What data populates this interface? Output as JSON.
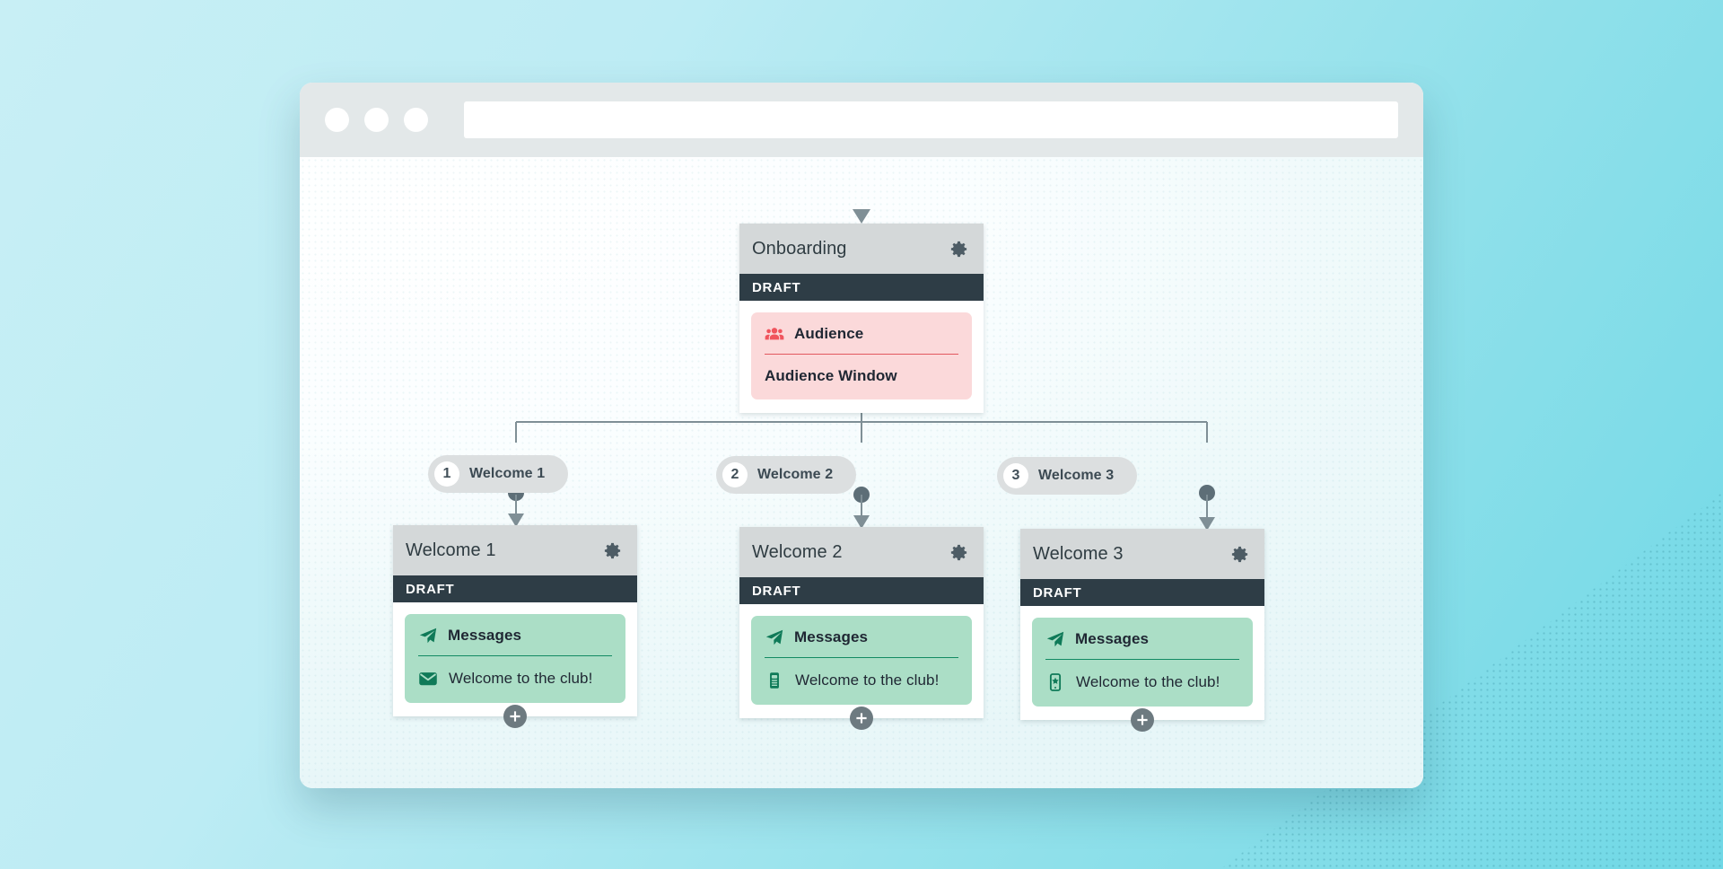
{
  "page": {
    "title": "Onboarding Journey Flow",
    "background_color": "#bdecf4",
    "accent_dark": "#2e3d46"
  },
  "browser": {
    "traffic_lights": [
      "close-dot",
      "minimize-dot",
      "maximize-dot"
    ],
    "address_bar_value": "",
    "address_bar_placeholder": ""
  },
  "flow": {
    "entry_connector": "arrow-down",
    "root": {
      "title": "Onboarding",
      "status": "DRAFT",
      "settings_icon": "gear-icon",
      "panel": {
        "kind": "audience",
        "icon": "people-icon",
        "heading": "Audience",
        "color": "#fbd9da",
        "accent": "#e2585f",
        "rows": [
          {
            "icon": "",
            "label": "Audience Window"
          }
        ]
      }
    },
    "branches": [
      {
        "number": "1",
        "label": "Welcome 1"
      },
      {
        "number": "2",
        "label": "Welcome 2"
      },
      {
        "number": "3",
        "label": "Welcome 3"
      }
    ],
    "steps": [
      {
        "title": "Welcome 1",
        "status": "DRAFT",
        "settings_icon": "gear-icon",
        "add_icon": "plus-icon",
        "panel": {
          "kind": "messages",
          "icon": "paper-plane-icon",
          "heading": "Messages",
          "color": "#abdec6",
          "accent": "#128a63",
          "rows": [
            {
              "icon": "envelope-icon",
              "label": "Welcome to the club!"
            }
          ]
        }
      },
      {
        "title": "Welcome 2",
        "status": "DRAFT",
        "settings_icon": "gear-icon",
        "add_icon": "plus-icon",
        "panel": {
          "kind": "messages",
          "icon": "paper-plane-icon",
          "heading": "Messages",
          "color": "#abdec6",
          "accent": "#128a63",
          "rows": [
            {
              "icon": "sms-device-icon",
              "label": "Welcome to the club!"
            }
          ]
        }
      },
      {
        "title": "Welcome 3",
        "status": "DRAFT",
        "settings_icon": "gear-icon",
        "add_icon": "plus-icon",
        "panel": {
          "kind": "messages",
          "icon": "paper-plane-icon",
          "heading": "Messages",
          "color": "#abdec6",
          "accent": "#128a63",
          "rows": [
            {
              "icon": "push-phone-icon",
              "label": "Welcome to the club!"
            }
          ]
        }
      }
    ]
  }
}
